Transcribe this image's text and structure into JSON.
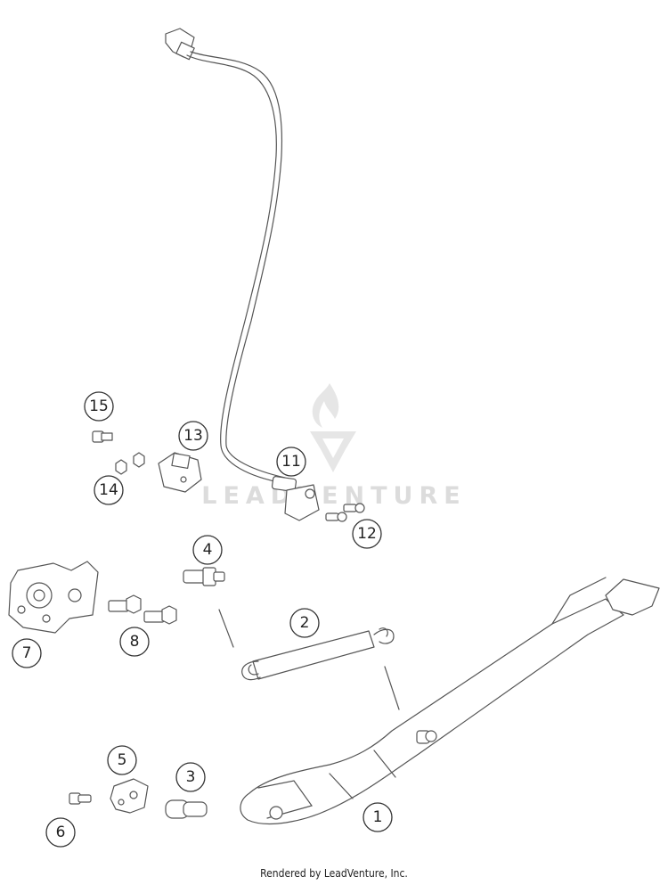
{
  "watermark": {
    "text": "LEADVENTURE"
  },
  "callouts": [
    {
      "id": "1",
      "label": "1"
    },
    {
      "id": "2",
      "label": "2"
    },
    {
      "id": "3",
      "label": "3"
    },
    {
      "id": "4",
      "label": "4"
    },
    {
      "id": "5",
      "label": "5"
    },
    {
      "id": "6",
      "label": "6"
    },
    {
      "id": "7",
      "label": "7"
    },
    {
      "id": "8",
      "label": "8"
    },
    {
      "id": "11",
      "label": "11"
    },
    {
      "id": "12",
      "label": "12"
    },
    {
      "id": "13",
      "label": "13"
    },
    {
      "id": "14",
      "label": "14"
    },
    {
      "id": "15",
      "label": "15"
    }
  ],
  "footer": {
    "text": "Rendered by LeadVenture, Inc."
  }
}
